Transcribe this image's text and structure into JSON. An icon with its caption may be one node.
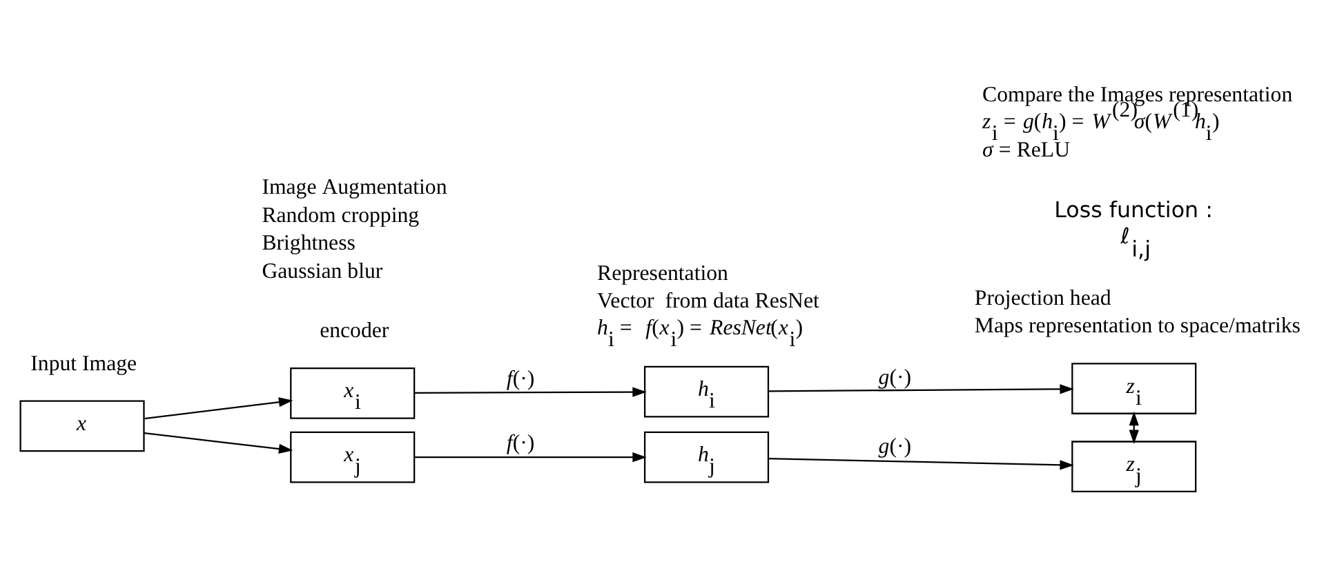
{
  "diagram": {
    "nodes": [
      {
        "text": [
          "*x*"
        ]
      },
      {
        "text": [
          "*x*$_{i}$"
        ]
      },
      {
        "text": [
          "*x*$_{j}$"
        ]
      },
      {
        "text": [
          "*h*$_{i}$"
        ]
      },
      {
        "text": [
          "*h*$_{j}$"
        ]
      },
      {
        "text": [
          "*z*$_{i}$"
        ]
      },
      {
        "text": [
          "*z*$_{j}$"
        ]
      }
    ],
    "edges": [
      {
        "from": 0,
        "to": 1,
        "arrow": "to"
      },
      {
        "from": 0,
        "to": 2,
        "arrow": "to"
      },
      {
        "from": 1,
        "to": 3,
        "arrow": "to",
        "label": "*f*(·)"
      },
      {
        "from": 2,
        "to": 4,
        "arrow": "to",
        "label": "*f*(·)"
      },
      {
        "from": 3,
        "to": 5,
        "arrow": "to",
        "label": "*g*(·)"
      },
      {
        "from": 4,
        "to": 6,
        "arrow": "to",
        "label": "*g*(·)"
      },
      {
        "from": 5,
        "to": 6,
        "arrow": "both"
      }
    ],
    "labels": [
      "encoder",
      "Projection head",
      "Maps representation to space/matriks",
      "Loss function :",
      "*ℓ*$_{i,j}$",
      "Input Image",
      "Image Augmentation",
      "Random cropping",
      "Brightness",
      "Gaussian blur",
      "Representation",
      "Vector  from data ResNet",
      "*h*$_{i}$ =  *f*(*x*$_{i}$) = *ResNet*(*x*$_{i}$)",
      "Compare the Images representation",
      "*z*$_{i}$ = *g*(*h*$_{i}$) = *W*$^{(2)}$*σ*(*W*$^{(1)}$*h*$_{i}$)",
      "*σ* = ReLU"
    ]
  }
}
